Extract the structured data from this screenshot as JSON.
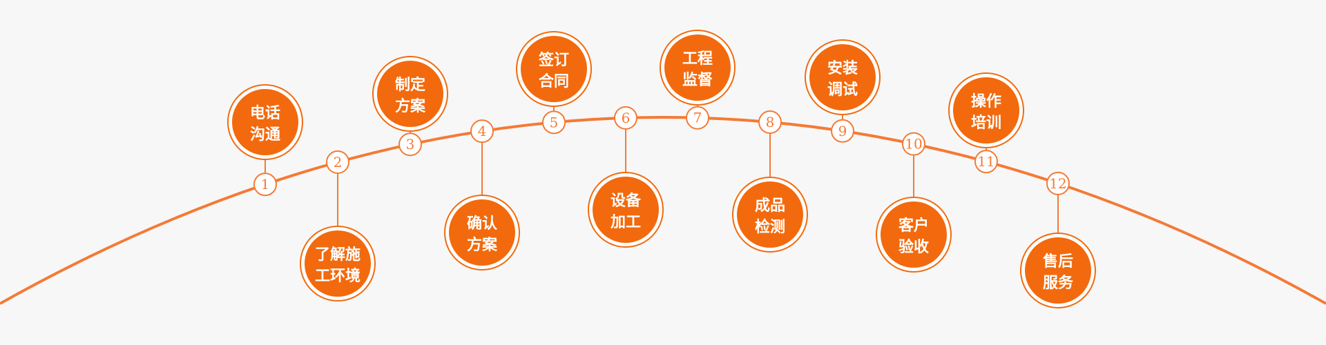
{
  "colors": {
    "background": "#f7f7f7",
    "accent": "#f26a0d",
    "arc": "#f47a35",
    "text_on_accent": "#ffffff"
  },
  "steps": [
    {
      "number": "1",
      "lines": [
        "电话",
        "沟通"
      ]
    },
    {
      "number": "2",
      "lines": [
        "了解施",
        "工环境"
      ]
    },
    {
      "number": "3",
      "lines": [
        "制定",
        "方案"
      ]
    },
    {
      "number": "4",
      "lines": [
        "确认",
        "方案"
      ]
    },
    {
      "number": "5",
      "lines": [
        "签订",
        "合同"
      ]
    },
    {
      "number": "6",
      "lines": [
        "设备",
        "加工"
      ]
    },
    {
      "number": "7",
      "lines": [
        "工程",
        "监督"
      ]
    },
    {
      "number": "8",
      "lines": [
        "成品",
        "检测"
      ]
    },
    {
      "number": "9",
      "lines": [
        "安装",
        "调试"
      ]
    },
    {
      "number": "10",
      "lines": [
        "客户",
        "验收"
      ]
    },
    {
      "number": "11",
      "lines": [
        "操作",
        "培训"
      ]
    },
    {
      "number": "12",
      "lines": [
        "售后",
        "服务"
      ]
    }
  ]
}
